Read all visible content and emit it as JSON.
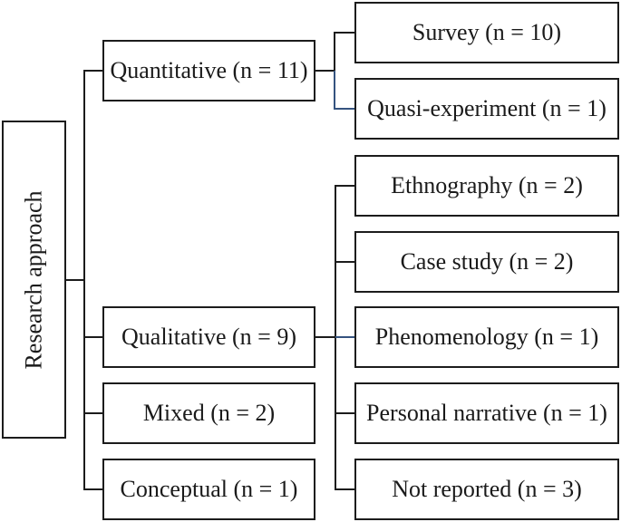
{
  "figure": {
    "type": "tree-diagram",
    "title": "Research approach classification tree",
    "orientation": "left-to-right",
    "colors": {
      "line": "#1c1c1c",
      "accent_line": "#35537f",
      "box_border": "#1c1c1c",
      "box_fill": "#ffffff",
      "text": "#1a1a1a"
    },
    "nodes": {
      "root": {
        "label": "Research approach"
      },
      "quantitative": {
        "label": "Quantitative (n = 11)",
        "n": 11
      },
      "qualitative": {
        "label": "Qualitative (n = 9)",
        "n": 9
      },
      "mixed": {
        "label": "Mixed (n = 2)",
        "n": 2
      },
      "conceptual": {
        "label": "Conceptual (n = 1)",
        "n": 1
      },
      "survey": {
        "label": "Survey (n = 10)",
        "n": 10
      },
      "quasi_experiment": {
        "label": "Quasi-experiment (n = 1)",
        "n": 1
      },
      "ethnography": {
        "label": "Ethnography (n = 2)",
        "n": 2
      },
      "case_study": {
        "label": "Case study (n = 2)",
        "n": 2
      },
      "phenomenology": {
        "label": "Phenomenology (n = 1)",
        "n": 1
      },
      "personal_narrative": {
        "label": "Personal narrative (n = 1)",
        "n": 1
      },
      "not_reported": {
        "label": "Not reported (n = 3)",
        "n": 3
      }
    },
    "hierarchy": {
      "root": [
        "quantitative",
        "qualitative",
        "mixed",
        "conceptual"
      ],
      "quantitative": [
        "survey",
        "quasi_experiment"
      ],
      "qualitative": [
        "ethnography",
        "case_study",
        "phenomenology",
        "personal_narrative",
        "not_reported"
      ]
    }
  }
}
